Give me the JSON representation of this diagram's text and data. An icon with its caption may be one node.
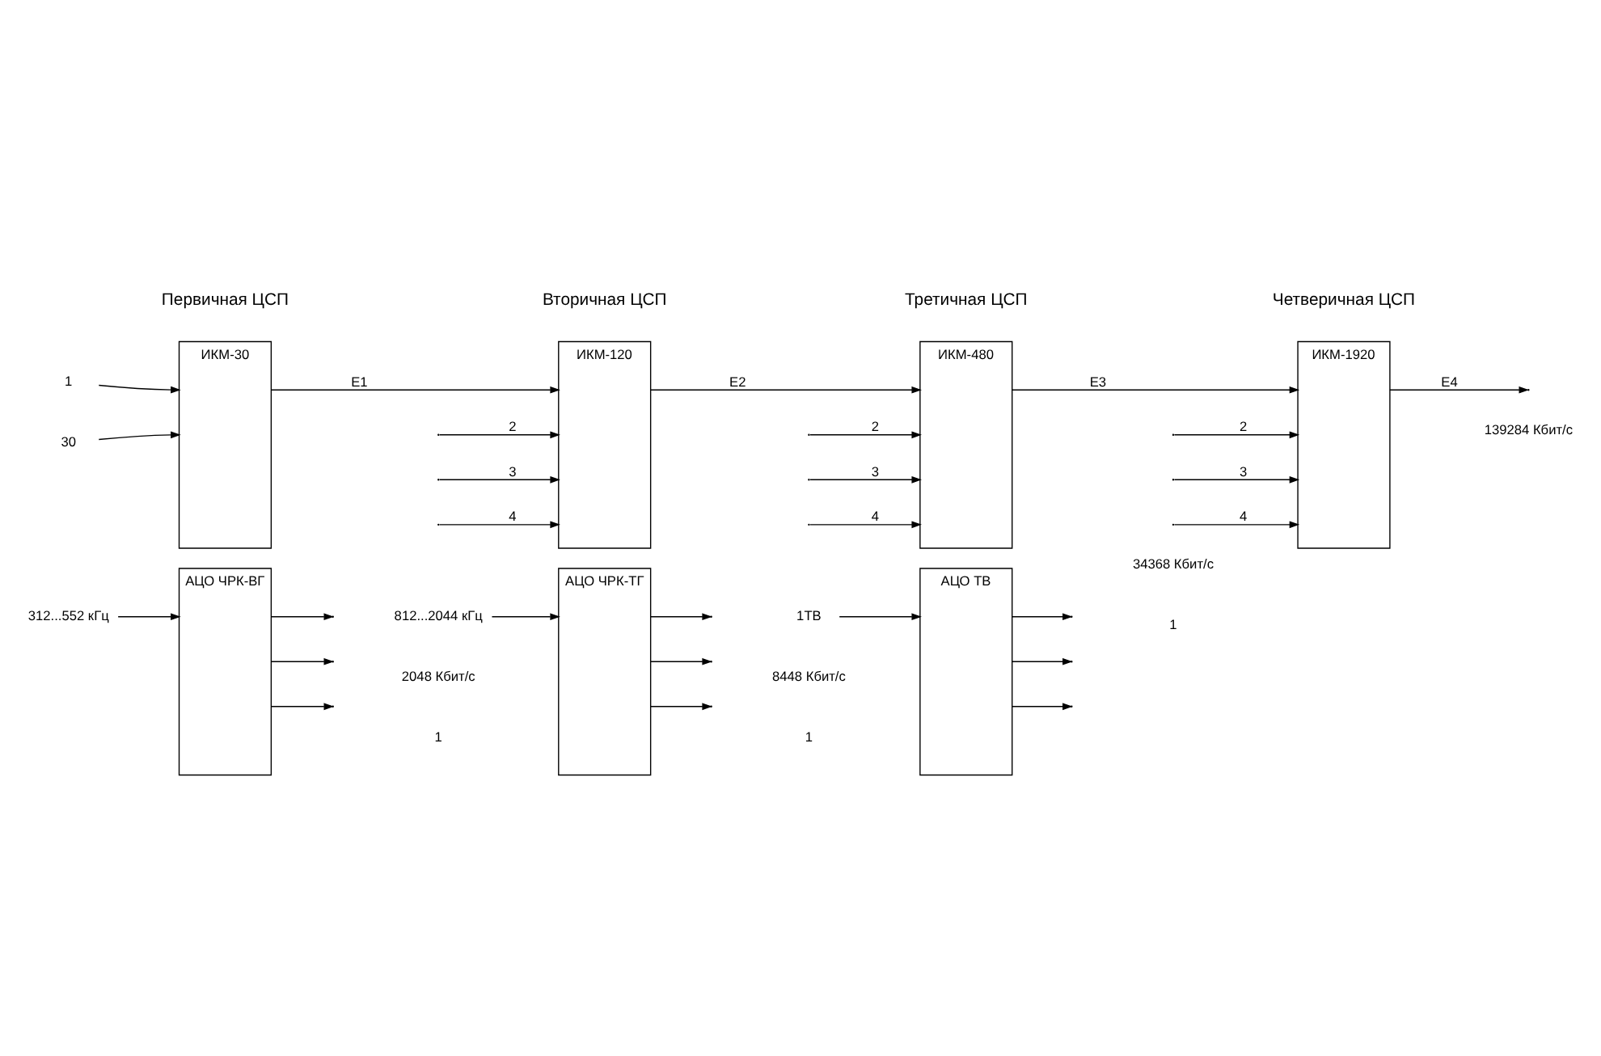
{
  "diagram": {
    "nodes": [
      {
        "text": [
          "ИКМ-30"
        ]
      },
      {
        "text": [
          "1"
        ]
      },
      {
        "text": [
          "30"
        ]
      },
      {
        "text": [
          "ИКМ-120"
        ]
      },
      {
        "text": [
          "ИКМ-480"
        ]
      },
      {
        "text": [
          "ИКМ-1920"
        ]
      },
      {
        "text": [
          "312...552 кГц"
        ]
      },
      {
        "text": [
          "АЦО ЧРК-ВГ"
        ]
      },
      {
        "text": [
          "812...2044 кГц"
        ]
      },
      {
        "text": [
          "АЦО ЧРК-ТГ"
        ]
      },
      {
        "text": [
          "1ТВ"
        ]
      },
      {
        "text": [
          "АЦО ТВ"
        ]
      }
    ],
    "edges": [
      {
        "from": 1,
        "to": 0,
        "arrow": "to"
      },
      {
        "from": 2,
        "to": 0,
        "arrow": "to"
      },
      {
        "from": 0,
        "to": 3,
        "arrow": "to",
        "label": "E1"
      },
      {
        "from": null,
        "to": 3,
        "arrow": "to",
        "label": "2"
      },
      {
        "from": null,
        "to": 3,
        "arrow": "to",
        "label": "3"
      },
      {
        "from": null,
        "to": 3,
        "arrow": "to",
        "label": "4"
      },
      {
        "from": 3,
        "to": 4,
        "arrow": "to",
        "label": "E2"
      },
      {
        "from": null,
        "to": 4,
        "arrow": "to",
        "label": "2"
      },
      {
        "from": null,
        "to": 4,
        "arrow": "to",
        "label": "3"
      },
      {
        "from": null,
        "to": 4,
        "arrow": "to",
        "label": "4"
      },
      {
        "from": 4,
        "to": 5,
        "arrow": "to",
        "label": "E3"
      },
      {
        "from": 5,
        "to": null,
        "arrow": "to",
        "label": "E4"
      },
      {
        "from": null,
        "to": 5,
        "arrow": "to",
        "label": "2"
      },
      {
        "from": null,
        "to": 5,
        "arrow": "to",
        "label": "3"
      },
      {
        "from": null,
        "to": 5,
        "arrow": "to",
        "label": "4"
      },
      {
        "from": 6,
        "to": 7,
        "arrow": "to"
      },
      {
        "from": 7,
        "to": null,
        "arrow": "to"
      },
      {
        "from": 7,
        "to": null,
        "arrow": "to"
      },
      {
        "from": 7,
        "to": null,
        "arrow": "to"
      },
      {
        "from": 8,
        "to": 9,
        "arrow": "to"
      },
      {
        "from": 9,
        "to": null,
        "arrow": "to"
      },
      {
        "from": 9,
        "to": null,
        "arrow": "to"
      },
      {
        "from": 9,
        "to": null,
        "arrow": "to"
      },
      {
        "from": 10,
        "to": 11,
        "arrow": "to"
      },
      {
        "from": 11,
        "to": null,
        "arrow": "to"
      },
      {
        "from": 11,
        "to": null,
        "arrow": "to"
      },
      {
        "from": 11,
        "to": null,
        "arrow": "to"
      }
    ],
    "labels": [
      "Первичная ЦСП",
      "Вторичная ЦСП",
      "Третичная ЦСП",
      "Четверичная ЦСП",
      "1",
      "2048 Кбит/с",
      "1",
      "8448 Кбит/с",
      "1",
      "34368 Кбит/с",
      "139284 Кбит/с"
    ]
  }
}
